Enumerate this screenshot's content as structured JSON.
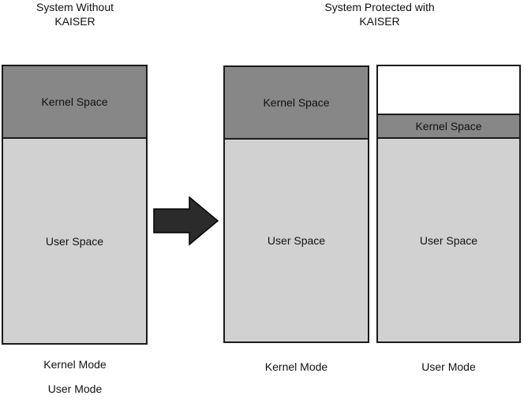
{
  "diagram": {
    "left_system": {
      "title": "System Without\nKAISER",
      "column": {
        "kernel_segment": "Kernel Space",
        "user_segment": "User Space"
      },
      "labels": {
        "kernel_mode": "Kernel Mode",
        "user_mode": "User Mode"
      }
    },
    "arrow": {
      "icon": "right-arrow-icon"
    },
    "right_system": {
      "title": "System Protected with\nKAISER",
      "kernel_mode_column": {
        "kernel_segment": "Kernel Space",
        "user_segment": "User Space",
        "label": "Kernel Mode"
      },
      "user_mode_column": {
        "kernel_segment": "Kernel Space",
        "user_segment": "User Space",
        "label": "User Mode"
      }
    },
    "colors": {
      "kernel_fill": "#878787",
      "user_fill": "#d1d1d1",
      "gap_fill": "#ffffff",
      "border": "#1a1a1a",
      "arrow_fill": "#2b2b2b",
      "text": "#111111",
      "background": "#ffffff"
    }
  }
}
